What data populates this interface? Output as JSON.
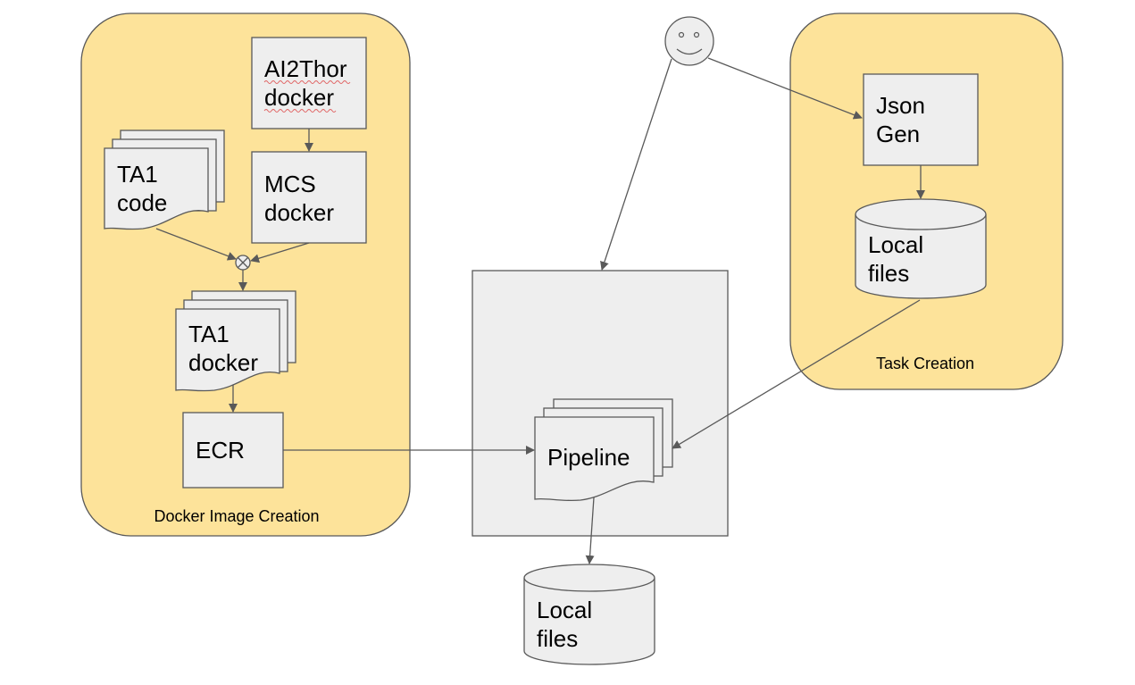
{
  "groups": {
    "docker_image_creation": "Docker Image Creation",
    "task_creation": "Task Creation"
  },
  "nodes": {
    "ai2thor": [
      "AI2Thor",
      "docker"
    ],
    "ta1_code": [
      "TA1",
      "code"
    ],
    "mcs": [
      "MCS",
      "docker"
    ],
    "ta1_docker": [
      "TA1",
      "docker"
    ],
    "ecr": "ECR",
    "pipeline": "Pipeline",
    "pipeline_local_files": [
      "Local",
      "files"
    ],
    "json_gen": [
      "Json",
      "Gen"
    ],
    "task_local_files": [
      "Local",
      "files"
    ]
  },
  "icons": {
    "user": "smiley-face-icon",
    "merge": "merge-xor-icon"
  },
  "colors": {
    "group_fill": "#fde39a",
    "box_fill": "#eeeeee",
    "stroke": "#595959"
  }
}
